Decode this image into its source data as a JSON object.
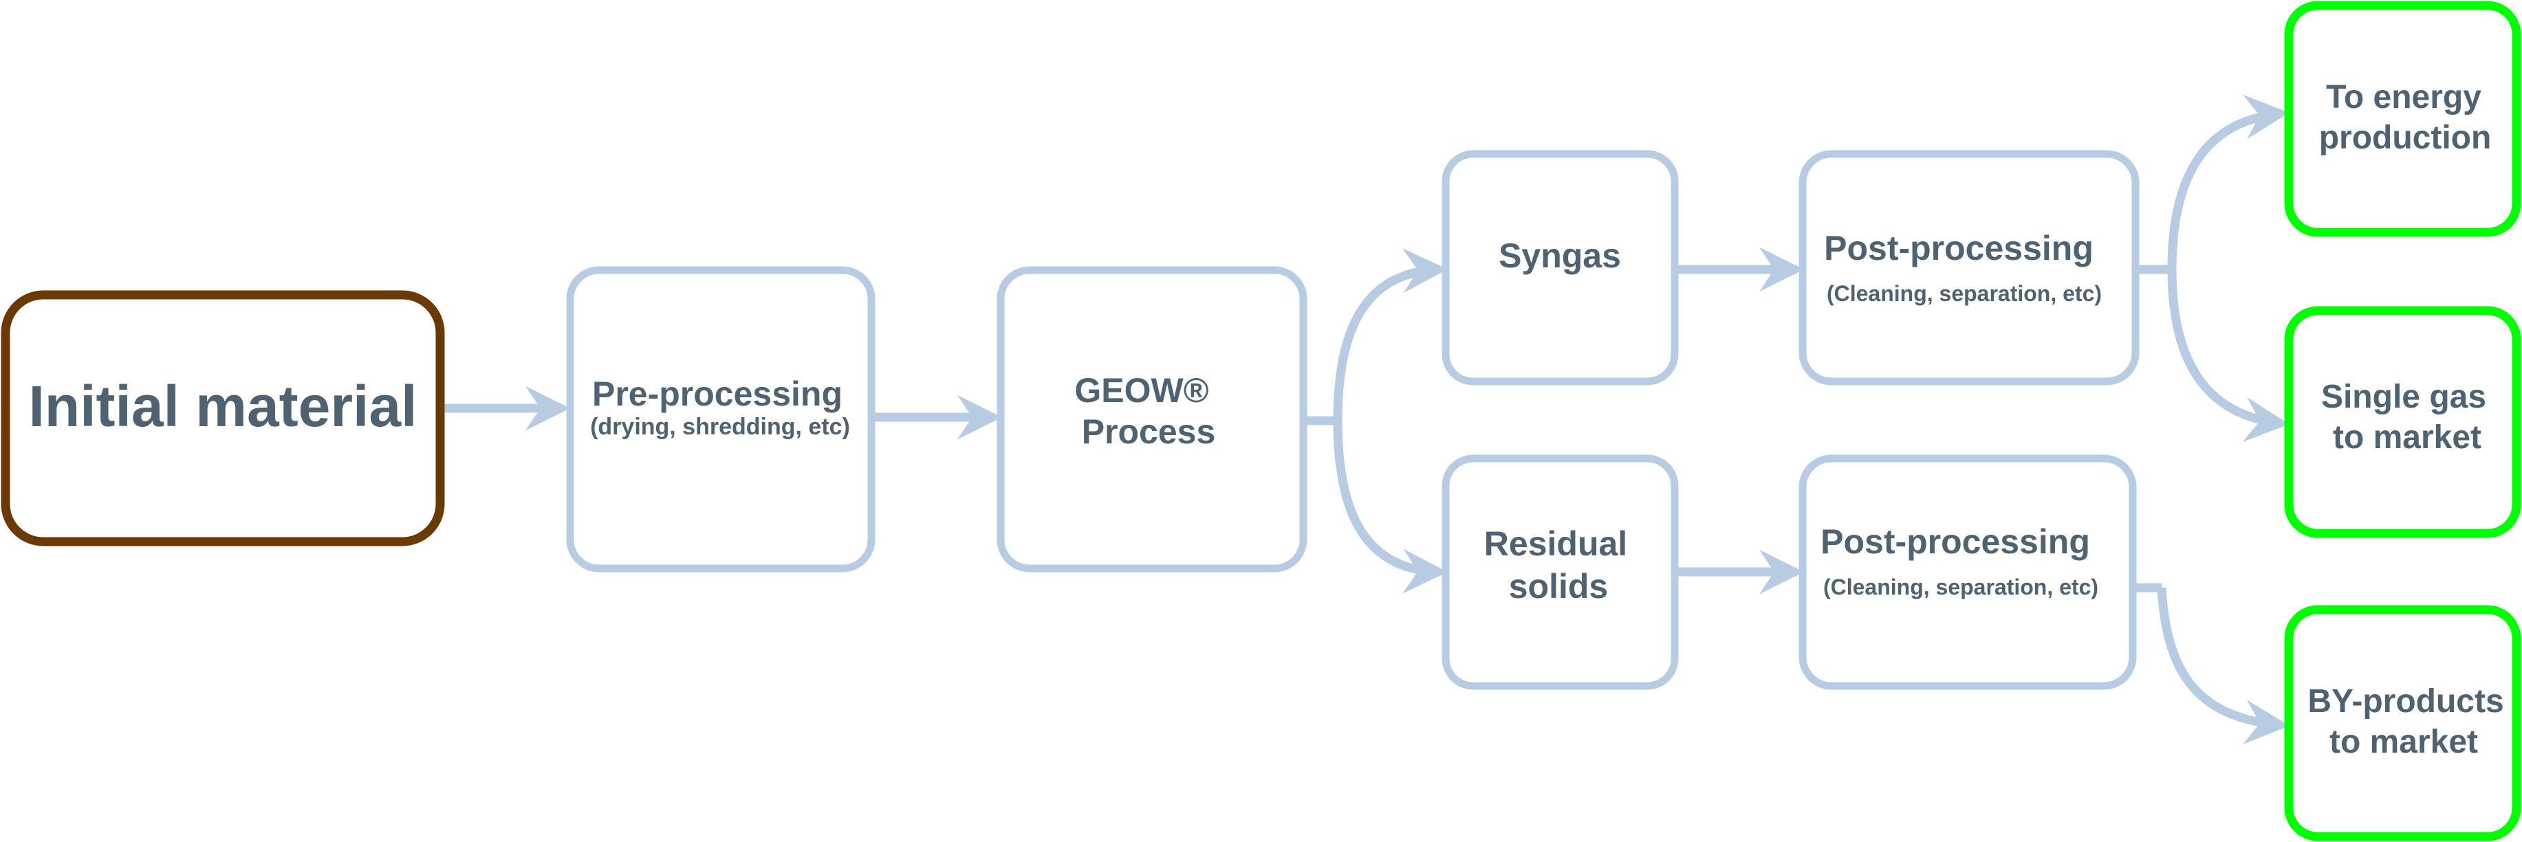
{
  "title": "GEOW process flow",
  "colors": {
    "text": "#4f6272",
    "connector": "#b7cce2",
    "input_border": "#6b3a04",
    "process_border": "#b7cce2",
    "output_border": "#00ff00",
    "background": "#ffffff"
  },
  "nodes": {
    "initial": {
      "lines": [
        "Initial material"
      ],
      "sub": "",
      "kind": "input"
    },
    "preprocessing": {
      "lines": [
        "Pre-processing"
      ],
      "sub": "(drying, shredding, etc)",
      "kind": "process"
    },
    "geow": {
      "lines": [
        "GEOW®",
        "Process"
      ],
      "sub": "",
      "kind": "process"
    },
    "syngas": {
      "lines": [
        "Syngas"
      ],
      "sub": "",
      "kind": "process"
    },
    "residual": {
      "lines": [
        "Residual",
        "solids"
      ],
      "sub": "",
      "kind": "process"
    },
    "post_syngas": {
      "lines": [
        "Post-processing"
      ],
      "sub": "(Cleaning, separation, etc)",
      "kind": "process"
    },
    "post_residual": {
      "lines": [
        "Post-processing"
      ],
      "sub": "(Cleaning, separation, etc)",
      "kind": "process"
    },
    "energy": {
      "lines": [
        "To energy",
        "production"
      ],
      "sub": "",
      "kind": "output"
    },
    "single_gas": {
      "lines": [
        "Single gas",
        "to market"
      ],
      "sub": "",
      "kind": "output"
    },
    "byproducts": {
      "lines": [
        "BY-products",
        "to market"
      ],
      "sub": "",
      "kind": "output"
    }
  },
  "edges": [
    {
      "from": "initial",
      "to": "preprocessing"
    },
    {
      "from": "preprocessing",
      "to": "geow"
    },
    {
      "from": "geow",
      "to": "syngas"
    },
    {
      "from": "geow",
      "to": "residual"
    },
    {
      "from": "syngas",
      "to": "post_syngas"
    },
    {
      "from": "residual",
      "to": "post_residual"
    },
    {
      "from": "post_syngas",
      "to": "energy"
    },
    {
      "from": "post_syngas",
      "to": "single_gas"
    },
    {
      "from": "post_residual",
      "to": "byproducts"
    }
  ]
}
